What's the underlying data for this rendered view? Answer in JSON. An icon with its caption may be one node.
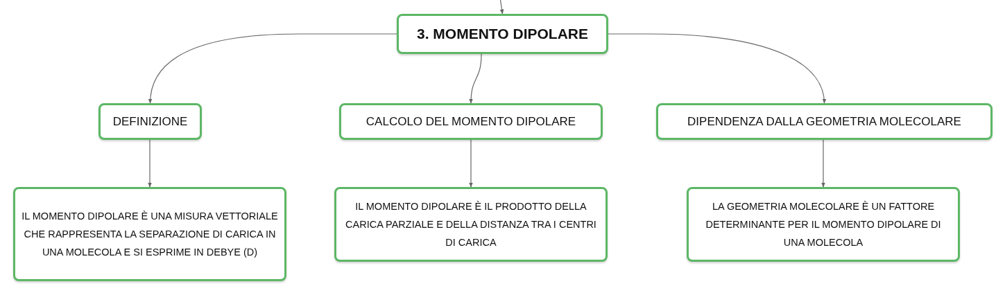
{
  "diagram": {
    "nodes": [
      {
        "text": [
          "3. MOMENTO DIPOLARE"
        ]
      },
      {
        "text": [
          "DEFINIZIONE"
        ]
      },
      {
        "text": [
          "CALCOLO DEL MOMENTO DIPOLARE"
        ]
      },
      {
        "text": [
          "DIPENDENZA DALLA GEOMETRIA MOLECOLARE"
        ]
      },
      {
        "text": [
          "IL MOMENTO DIPOLARE È UNA MISURA VETTORIALE CHE RAPPRESENTA LA SEPARAZIONE DI CARICA IN UNA MOLECOLA E SI ESPRIME IN DEBYE (D)"
        ]
      },
      {
        "text": [
          "IL MOMENTO DIPOLARE È IL PRODOTTO DELLA CARICA PARZIALE E DELLA DISTANZA TRA I CENTRI DI CARICA"
        ]
      },
      {
        "text": [
          "LA GEOMETRIA MOLECOLARE È UN FATTORE DETERMINANTE PER IL MOMENTO DIPOLARE DI UNA MOLECOLA"
        ]
      }
    ],
    "edges": [
      {
        "from": null,
        "to": 0,
        "arrow": "to"
      },
      {
        "from": 0,
        "to": 1,
        "arrow": "to"
      },
      {
        "from": 0,
        "to": 2,
        "arrow": "to"
      },
      {
        "from": 0,
        "to": 3,
        "arrow": "to"
      },
      {
        "from": 1,
        "to": 4,
        "arrow": "to"
      },
      {
        "from": 2,
        "to": 5,
        "arrow": "to"
      },
      {
        "from": 3,
        "to": 6,
        "arrow": "to"
      }
    ]
  }
}
